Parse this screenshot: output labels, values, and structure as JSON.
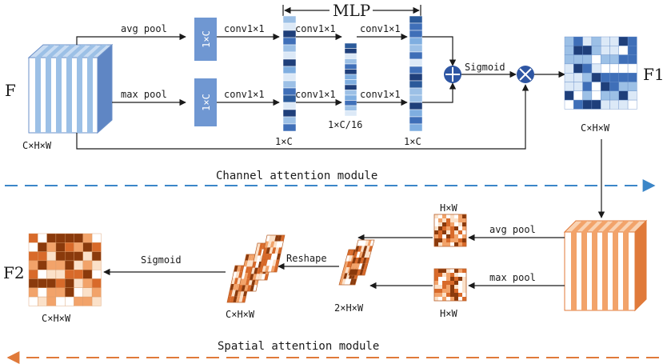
{
  "labels": {
    "input_feature": "F",
    "input_dims": "C×H×W",
    "avg_pool_top": "avg pool",
    "max_pool_top": "max pool",
    "pool_vec_top": "1×C",
    "pool_vec_bottom": "1×C",
    "conv_a_top": "conv1×1",
    "conv_a_bottom": "conv1×1",
    "mlp": "MLP",
    "conv_b_top": "conv1×1",
    "conv_b_bottom": "conv1×1",
    "conv_c_top": "conv1×1",
    "conv_c_bottom": "conv1×1",
    "vec1_dims": "1×C",
    "vec2_dims": "1×C/16",
    "vec3_dims": "1×C",
    "sigmoid_top": "Sigmoid",
    "f1": "F1",
    "f1_dims": "C×H×W",
    "channel_module": "Channel attention module",
    "hw_top": "H×W",
    "hw_bottom": "H×W",
    "avg_pool_bottom": "avg pool",
    "max_pool_bottom": "max pool",
    "reshape": "Reshape",
    "two_hw": "2×H×W",
    "chw_spatial": "C×H×W",
    "sigmoid_bottom": "Sigmoid",
    "f2": "F2",
    "f2_dims": "C×H×W",
    "spatial_module": "Spatial attention module"
  },
  "colors": {
    "blue_dark": "#1f3f7a",
    "blue_mid": "#3f6fb8",
    "blue_light": "#9cc0e6",
    "blue_pale": "#dce9f7",
    "blue_dash": "#3b86c8",
    "orange_dark": "#8a3a0c",
    "orange_mid": "#d86a2a",
    "orange_light": "#f2a36a",
    "orange_pale": "#fbe1c9",
    "orange_dash": "#e07a3a"
  }
}
